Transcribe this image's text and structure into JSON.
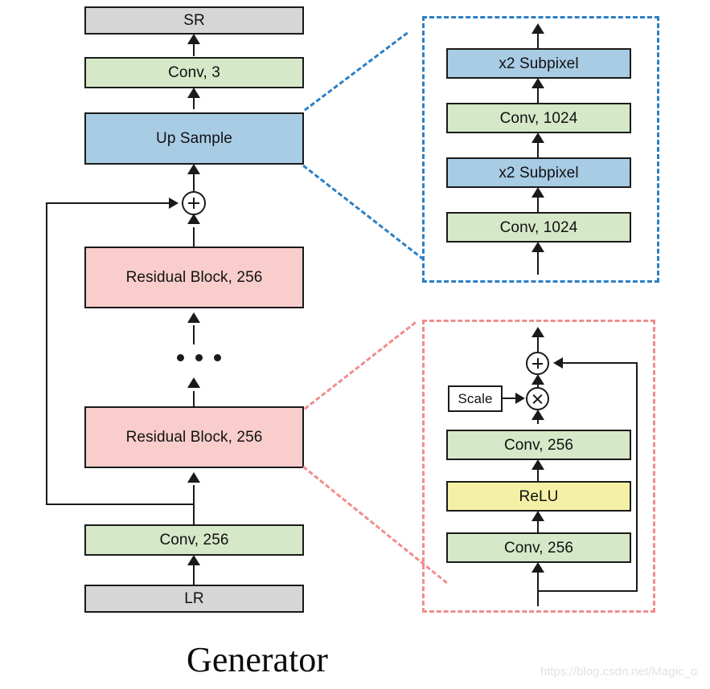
{
  "caption": "Generator",
  "watermark": "https://blog.csdn.net/Magic_o",
  "colors": {
    "gray": "#d6d6d6",
    "green": "#d5e8c8",
    "blue": "#a9cce5",
    "pink": "#f8cdcc",
    "yellow": "#f4f1a6",
    "white": "#ffffff",
    "stroke": "#1a1a1a",
    "panel_blue": "#2b7fc4",
    "panel_red": "#f08d8d"
  },
  "main_flow": {
    "title": "Generator",
    "blocks": [
      {
        "label": "SR",
        "fill": "gray"
      },
      {
        "label": "Conv, 3",
        "fill": "green"
      },
      {
        "label": "Up Sample",
        "fill": "blue"
      },
      {
        "label": "Residual Block, 256",
        "fill": "pink"
      },
      {
        "label": "Residual Block, 256",
        "fill": "pink"
      },
      {
        "label": "Conv, 256",
        "fill": "green"
      },
      {
        "label": "LR",
        "fill": "gray"
      }
    ],
    "ellipsis": "...",
    "skip_add_operator": "plus"
  },
  "upsample_detail": {
    "accent": "#2b7fc4",
    "blocks": [
      {
        "label": "x2 Subpixel",
        "fill": "blue"
      },
      {
        "label": "Conv, 1024",
        "fill": "green"
      },
      {
        "label": "x2 Subpixel",
        "fill": "blue"
      },
      {
        "label": "Conv, 1024",
        "fill": "green"
      }
    ]
  },
  "residual_detail": {
    "accent": "#f08d8d",
    "blocks": [
      {
        "label": "Conv, 256",
        "fill": "green"
      },
      {
        "label": "ReLU",
        "fill": "yellow"
      },
      {
        "label": "Conv, 256",
        "fill": "green"
      }
    ],
    "scale_label": "Scale",
    "multiply_operator": "times",
    "add_operator": "plus"
  }
}
